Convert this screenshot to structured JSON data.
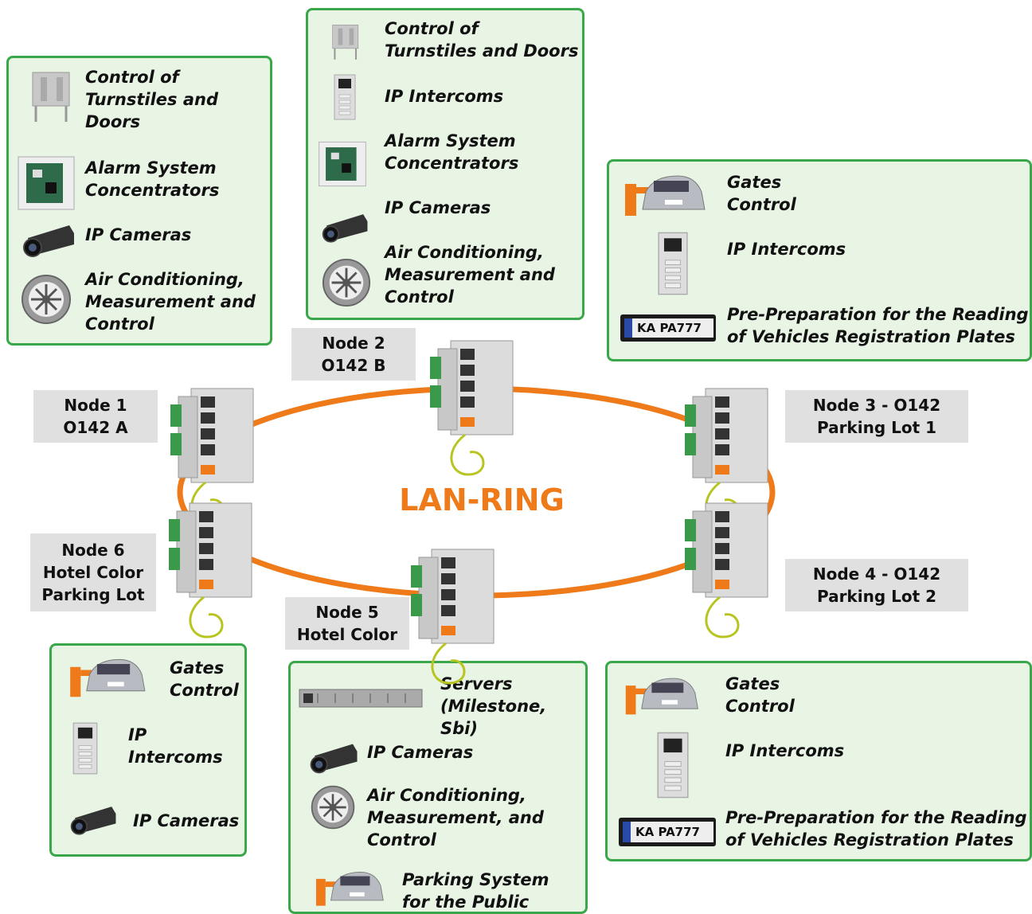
{
  "ring_title": "LAN-RING",
  "nodes": [
    {
      "label": "Node 1\nO142 A"
    },
    {
      "label": "Node 2\nO142 B"
    },
    {
      "label": "Node 3 - O142\nParking Lot 1"
    },
    {
      "label": "Node 4 - O142\nParking Lot 2"
    },
    {
      "label": "Node 5\nHotel Color"
    },
    {
      "label": "Node 6\nHotel Color\nParking Lot"
    }
  ],
  "panels": {
    "p1": [
      "Control of\nTurnstiles and\nDoors",
      "Alarm System\nConcentrators",
      "IP Cameras",
      "Air Conditioning,\nMeasurement and\nControl"
    ],
    "p2": [
      "Control of\nTurnstiles and Doors",
      "IP Intercoms",
      "Alarm System\nConcentrators",
      "IP Cameras",
      "Air Conditioning,\nMeasurement and\nControl"
    ],
    "p3": [
      "Gates\nControl",
      "IP Intercoms",
      "Pre-Preparation for the Reading\nof Vehicles Registration Plates"
    ],
    "p6": [
      "Gates\nControl",
      "IP\nIntercoms",
      "IP Cameras"
    ],
    "p5": [
      "Servers\n(Milestone, Sbi)",
      "IP Cameras",
      "Air Conditioning,\nMeasurement, and\nControl",
      "Parking System\nfor the Public"
    ],
    "p4": [
      "Gates\nControl",
      "IP Intercoms",
      "Pre-Preparation for the Reading\nof Vehicles Registration Plates"
    ]
  },
  "plate_text": "KA PA777",
  "colors": {
    "ring": "#ee7a1a",
    "panel_border": "#3aa84a",
    "panel_fill": "#e8f4e4",
    "node_label_bg": "#e0e0e0"
  }
}
